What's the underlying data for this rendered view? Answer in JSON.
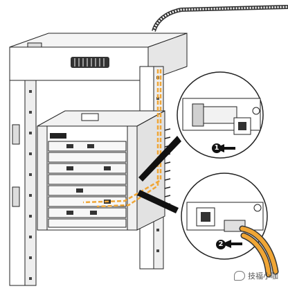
{
  "diagram": {
    "description_free": true,
    "colors": {
      "line": "#222222",
      "fiber": "#f0a636",
      "shade": "#d9d9d9",
      "dark": "#111111"
    },
    "callouts": {
      "step1": "1",
      "step2": "2"
    },
    "watermark_text": "技福小咖"
  }
}
